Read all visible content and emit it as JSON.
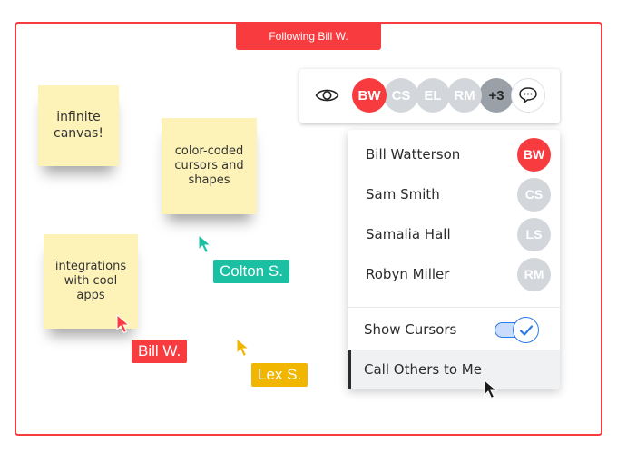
{
  "banner": {
    "text": "Following Bill W."
  },
  "colors": {
    "accent_red": "#f83b3f",
    "teal": "#1bbfa2",
    "yellow": "#f1b600",
    "avatar_gray": "#d3d6db",
    "avatar_dark": "#9aa0a7",
    "toggle_blue": "#2d7ce8",
    "sticky": "#fdf2b8"
  },
  "stickies": [
    {
      "text": "infinite\ncanvas!"
    },
    {
      "text": "color-coded\ncursors and\nshapes"
    },
    {
      "text": "integrations\nwith cool\napps"
    }
  ],
  "cursors": [
    {
      "name": "Colton S.",
      "color": "#1bbfa2"
    },
    {
      "name": "Bill W.",
      "color": "#f83b3f"
    },
    {
      "name": "Lex S.",
      "color": "#f1b600"
    }
  ],
  "toolbar": {
    "view_icon": "eye-icon",
    "avatars": [
      {
        "initials": "BW",
        "color": "#f83b3f"
      },
      {
        "initials": "CS",
        "color": "#d3d6db"
      },
      {
        "initials": "EL",
        "color": "#d3d6db"
      },
      {
        "initials": "RM",
        "color": "#d3d6db"
      },
      {
        "initials": "+3",
        "color": "#9aa0a7"
      }
    ],
    "chat_icon": "chat-bubble-icon"
  },
  "panel": {
    "users": [
      {
        "name": "Bill Watterson",
        "initials": "BW",
        "color": "#f83b3f"
      },
      {
        "name": "Sam Smith",
        "initials": "CS",
        "color": "#d3d6db"
      },
      {
        "name": "Samalia Hall",
        "initials": "LS",
        "color": "#d3d6db"
      },
      {
        "name": "Robyn Miller",
        "initials": "RM",
        "color": "#d3d6db"
      }
    ],
    "show_cursors": {
      "label": "Show Cursors",
      "enabled": true
    },
    "call_others": {
      "label": "Call Others to Me"
    }
  }
}
